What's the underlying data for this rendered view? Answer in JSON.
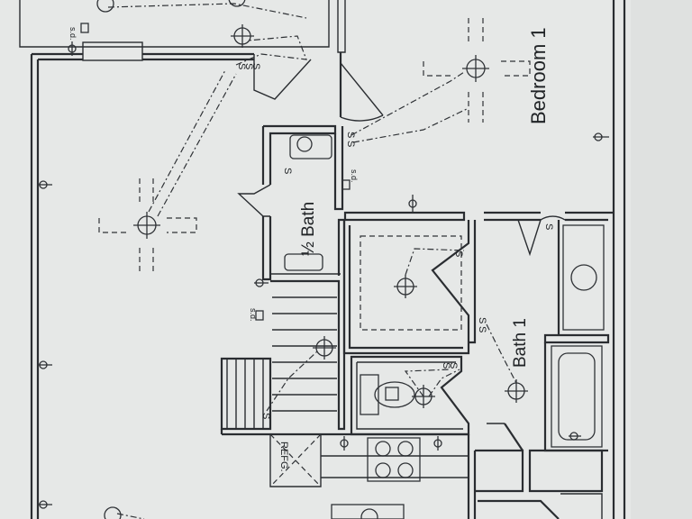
{
  "rooms": {
    "bedroom": "Bedroom 1",
    "half_bath": "½ Bath",
    "bath": "Bath 1"
  },
  "labels": {
    "smoke_detector": "s.d.",
    "switch": "S",
    "refrigerator": "REFG."
  },
  "colors": {
    "paper": "#e4e6e5",
    "ink": "#2a2d31"
  }
}
